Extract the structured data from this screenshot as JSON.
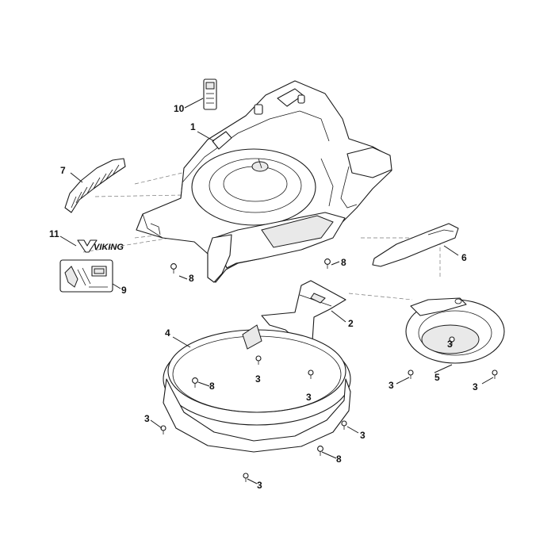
{
  "callouts": {
    "c1": "1",
    "c2": "2",
    "c3a": "3",
    "c3b": "3",
    "c3c": "3",
    "c3d": "3",
    "c3e": "3",
    "c3f": "3",
    "c3g": "3",
    "c3h": "3",
    "c4": "4",
    "c5": "5",
    "c6": "6",
    "c7": "7",
    "c8a": "8",
    "c8b": "8",
    "c8c": "8",
    "c8d": "8",
    "c9": "9",
    "c10": "10",
    "c11": "11"
  },
  "brand_label": "VIKING",
  "colors": {
    "line": "#1a1a1a",
    "fill": "#ffffff",
    "shade": "#e9e9e9",
    "background": "#ffffff"
  }
}
